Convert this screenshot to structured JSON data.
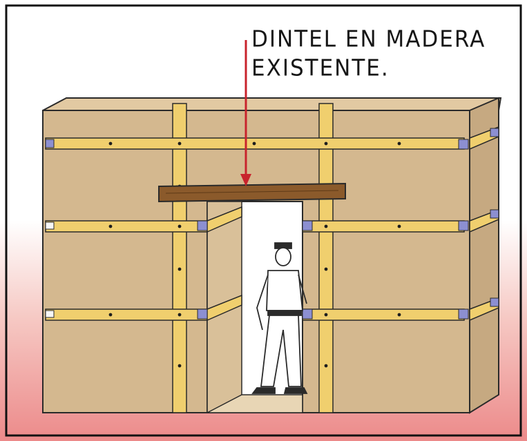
{
  "annotation": {
    "line1": "DINTEL EN MADERA",
    "line2": "EXISTENTE."
  },
  "colors": {
    "wall": "#d4b88f",
    "wall_side": "#c6a981",
    "wall_top": "#e2c9a2",
    "beam": "#f0cf6e",
    "lintel": "#8b5a2b",
    "arrow": "#c8232c",
    "bracket": "#8c8fd1",
    "ground_gradient_top": "#ffffff",
    "ground_gradient_bottom": "#ec8a8a",
    "border": "#111111"
  },
  "icons": [
    "person-figure",
    "red-arrow",
    "corner-bracket"
  ]
}
